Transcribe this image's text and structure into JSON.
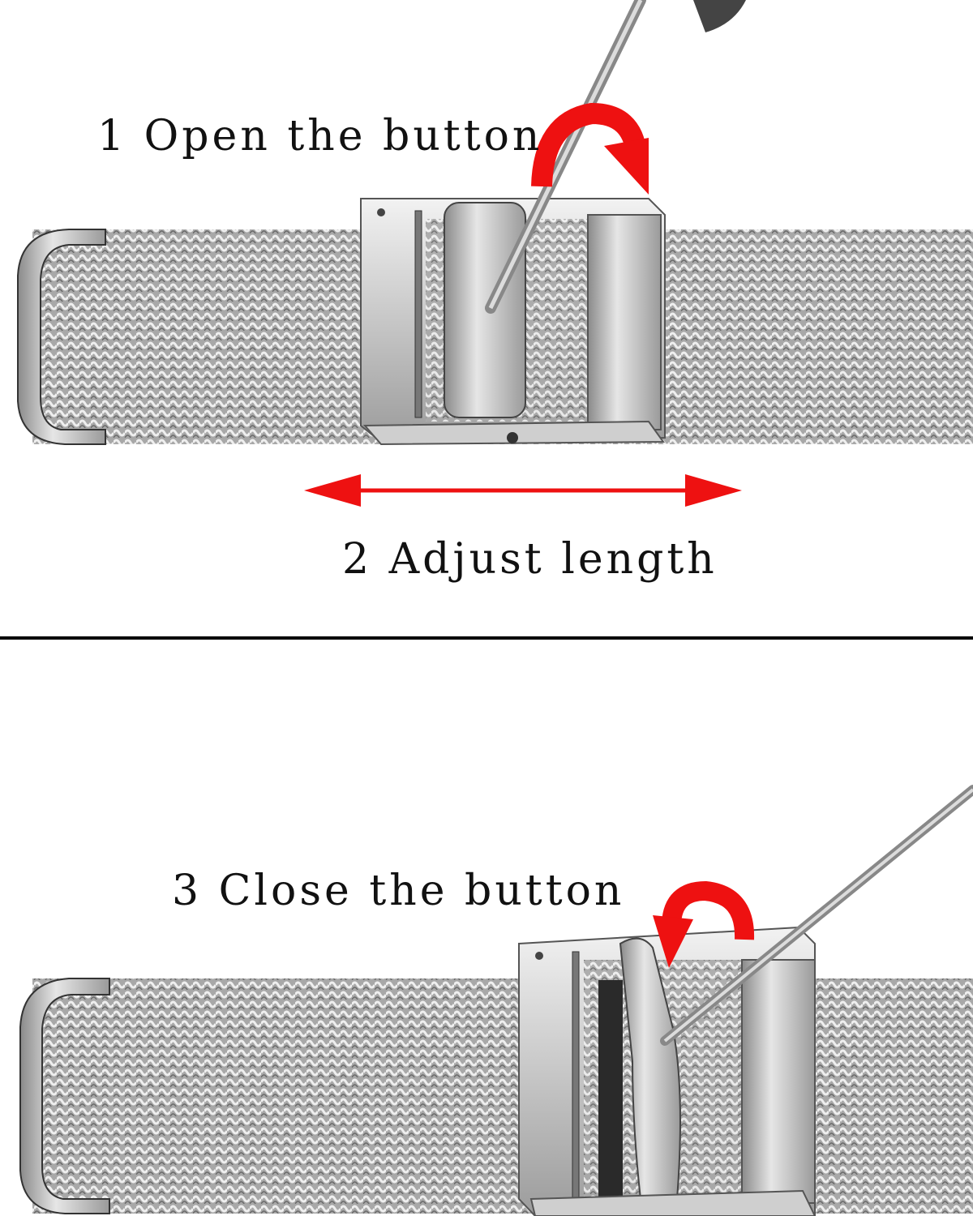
{
  "steps": [
    {
      "number": "1",
      "text": "Open the button"
    },
    {
      "number": "2",
      "text": "Adjust length"
    },
    {
      "number": "3",
      "text": "Close the button"
    }
  ],
  "colors": {
    "arrow_red": "#ee1111",
    "steel_light": "#d9d9d9",
    "steel_dark": "#7d7d7d",
    "divider": "#000000"
  }
}
